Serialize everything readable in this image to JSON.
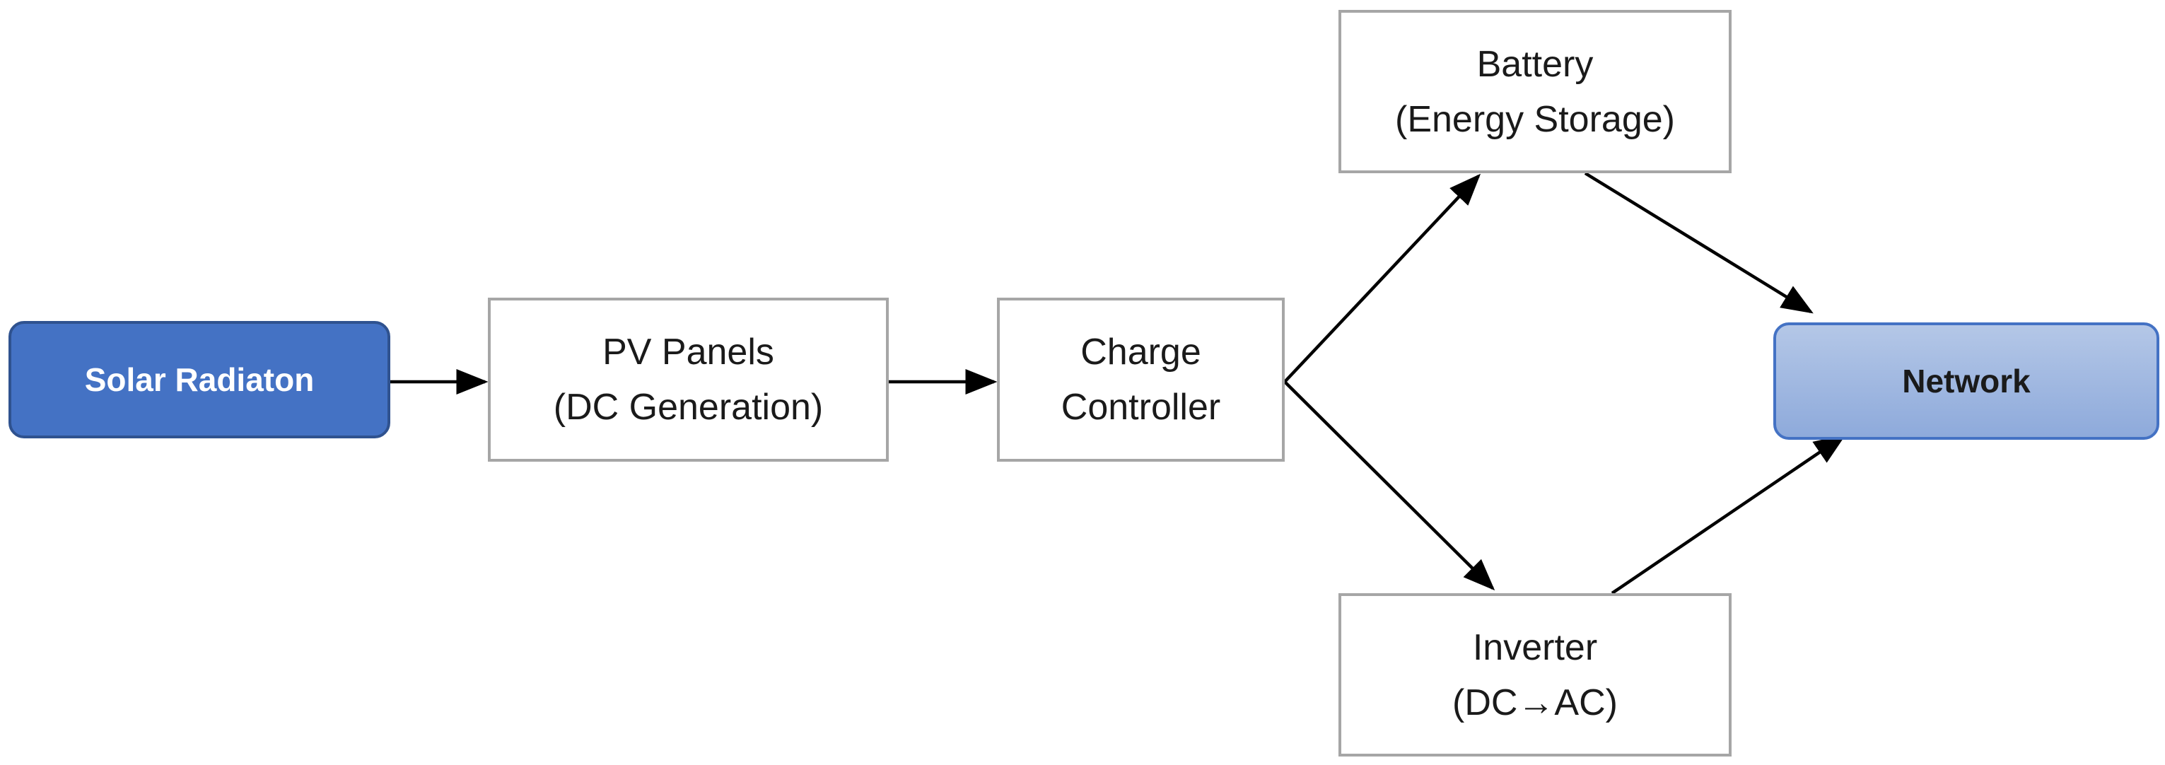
{
  "colors": {
    "source_fill": "#4472c4",
    "target_fill_top": "#b4c7e7",
    "target_fill_bottom": "#8eaadb",
    "box_border": "#a6a6a6",
    "arrow": "#000000"
  },
  "nodes": {
    "solar": {
      "lines": [
        "Solar Radiaton"
      ]
    },
    "pv": {
      "lines": [
        "PV Panels",
        "(DC Generation)"
      ]
    },
    "charge": {
      "lines": [
        "Charge",
        "Controller"
      ]
    },
    "battery": {
      "lines": [
        "Battery",
        "(Energy Storage)"
      ]
    },
    "network": {
      "lines": [
        "Network"
      ]
    },
    "inverter": {
      "lines": [
        "Inverter",
        "(DC→AC)"
      ]
    }
  },
  "edges": [
    {
      "from": "solar",
      "to": "pv"
    },
    {
      "from": "pv",
      "to": "charge"
    },
    {
      "from": "charge",
      "to": "battery"
    },
    {
      "from": "charge",
      "to": "inverter"
    },
    {
      "from": "battery",
      "to": "network"
    },
    {
      "from": "inverter",
      "to": "network"
    }
  ]
}
